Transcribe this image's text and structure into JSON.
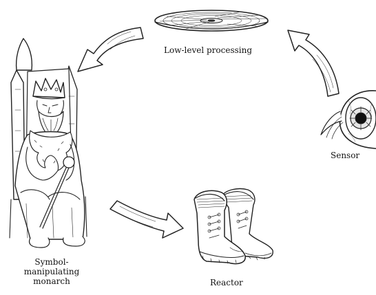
{
  "labels": {
    "low_level": "Low-level processing",
    "sensor": "Sensor",
    "monarch_line1": "Symbol-",
    "monarch_line2": "manipulating",
    "monarch_line3": "monarch",
    "reactor": "Reactor"
  }
}
